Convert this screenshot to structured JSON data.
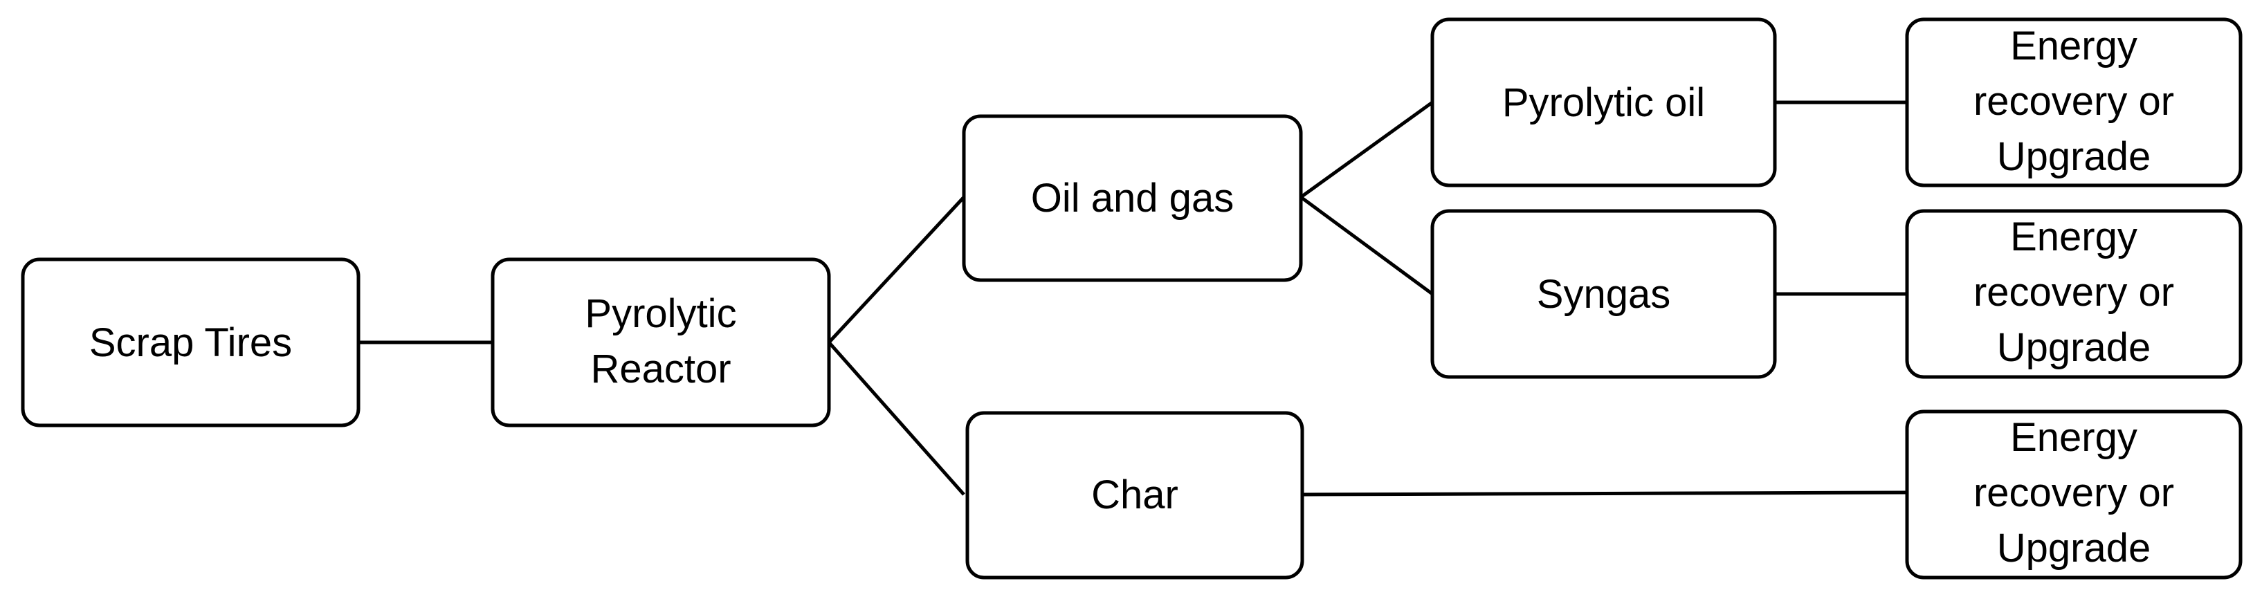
{
  "diagram": {
    "nodes": {
      "scrap_tires": {
        "lines": [
          "Scrap Tires"
        ]
      },
      "pyrolytic_reactor": {
        "lines": [
          "Pyrolytic",
          "Reactor"
        ]
      },
      "oil_and_gas": {
        "lines": [
          "Oil and gas"
        ]
      },
      "char": {
        "lines": [
          "Char"
        ]
      },
      "pyrolytic_oil": {
        "lines": [
          "Pyrolytic oil"
        ]
      },
      "syngas": {
        "lines": [
          "Syngas"
        ]
      },
      "energy_oil": {
        "lines": [
          "Energy",
          "recovery or",
          "Upgrade"
        ]
      },
      "energy_syngas": {
        "lines": [
          "Energy",
          "recovery or",
          "Upgrade"
        ]
      },
      "energy_char": {
        "lines": [
          "Energy",
          "recovery or",
          "Upgrade"
        ]
      }
    },
    "edges": [
      [
        "scrap_tires",
        "pyrolytic_reactor"
      ],
      [
        "pyrolytic_reactor",
        "oil_and_gas"
      ],
      [
        "pyrolytic_reactor",
        "char"
      ],
      [
        "oil_and_gas",
        "pyrolytic_oil"
      ],
      [
        "oil_and_gas",
        "syngas"
      ],
      [
        "pyrolytic_oil",
        "energy_oil"
      ],
      [
        "syngas",
        "energy_syngas"
      ],
      [
        "char",
        "energy_char"
      ]
    ]
  }
}
